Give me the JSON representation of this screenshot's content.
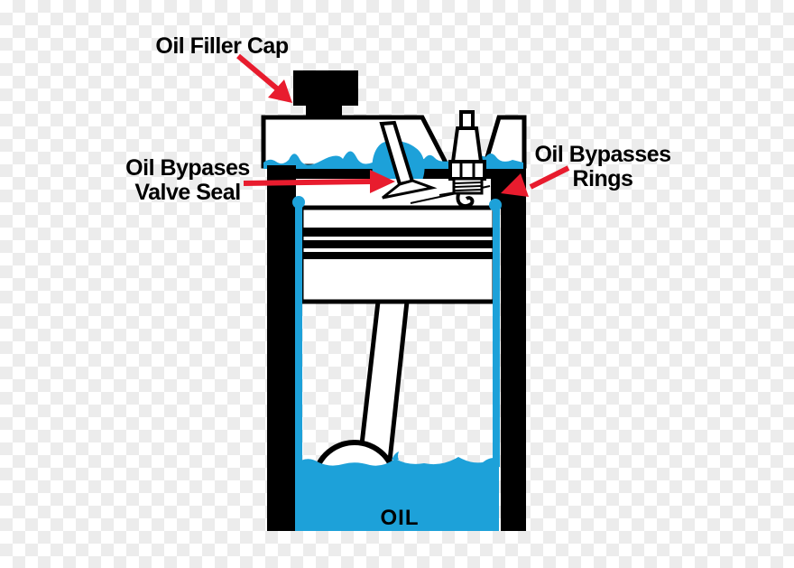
{
  "labels": {
    "filler_cap": "Oil Filler Cap",
    "valve_seal_line1": "Oil Bypases",
    "valve_seal_line2": "Valve Seal",
    "rings_line1": "Oil Bypasses",
    "rings_line2": "Rings",
    "oil": "OIL"
  },
  "colors": {
    "oil-blue": "#1da1d9",
    "arrow-red": "#e81c2e",
    "ink-black": "#000000",
    "checker-gray": "#ececec"
  }
}
